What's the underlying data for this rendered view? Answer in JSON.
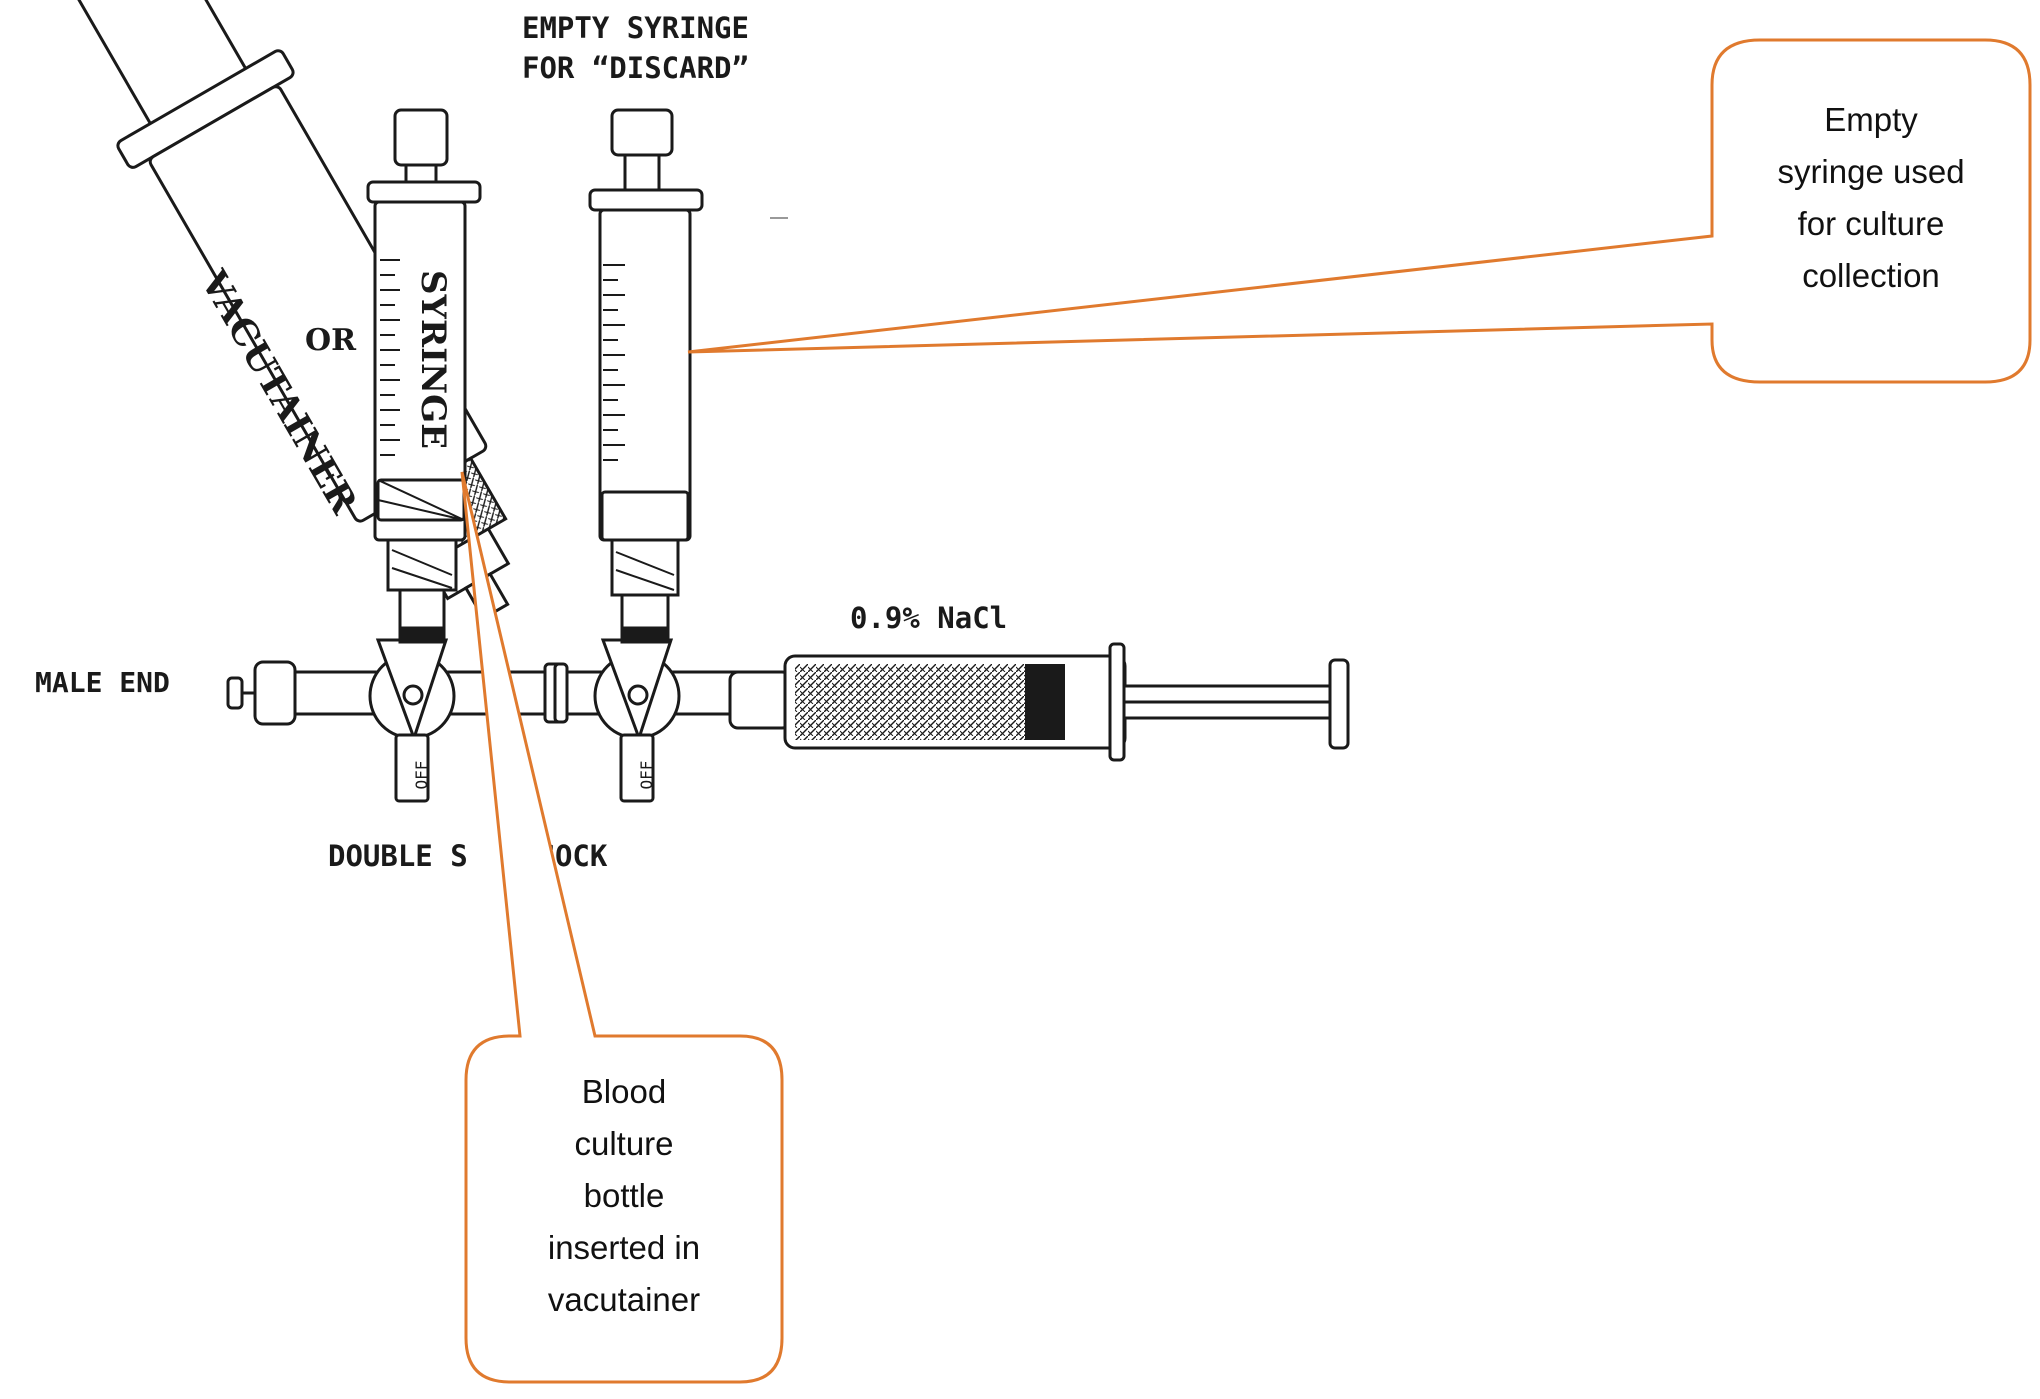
{
  "labels": {
    "empty_syringe_line1": "EMPTY SYRINGE",
    "empty_syringe_line2": "FOR “DISCARD”",
    "or": "OR",
    "vacutainer": "VACUTAINER",
    "syringe": "SYRINGE",
    "male_end": "MALE END",
    "double_stopcock": "DOUBLE S   PCOCK",
    "nacl": "0.9% NaCl"
  },
  "callouts": {
    "top_right": "Empty\nsyringe used\nfor culture\ncollection",
    "bottom": "Blood\nculture\nbottle\ninserted in\nvacutainer"
  },
  "colors": {
    "callout_border": "#E07A2E",
    "line_art": "#1a1a1a"
  }
}
